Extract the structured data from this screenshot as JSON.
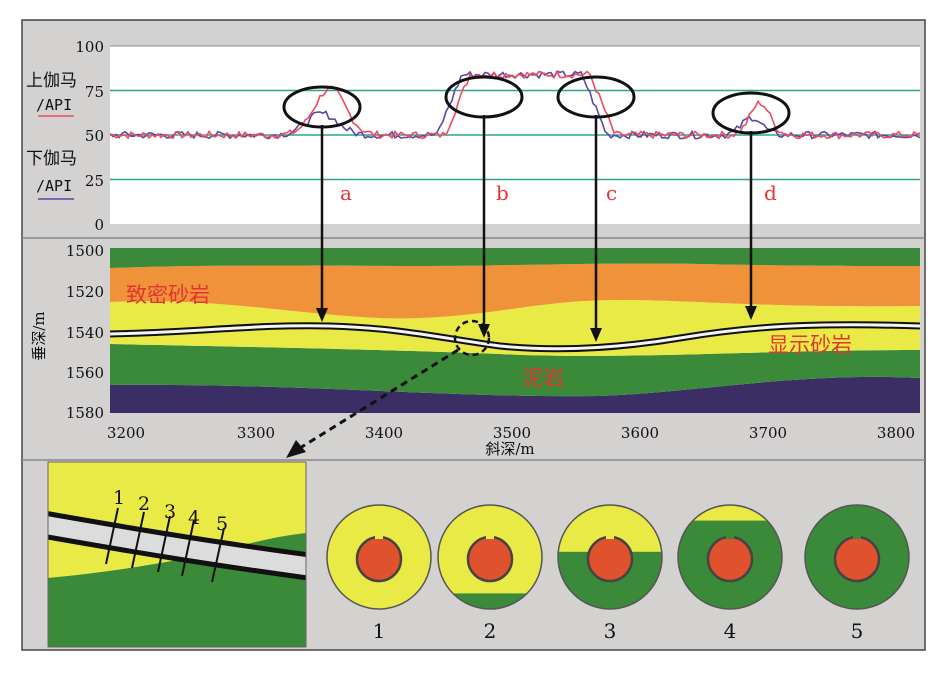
{
  "colors": {
    "frame_bg": "#d4d1d1",
    "panel_white": "#ffffff",
    "grid_green": "#2ea58a",
    "curve_upper": "#ef4a5e",
    "curve_lower": "#5a48a6",
    "dark_green": "#3a8a3a",
    "orange": "#f0923a",
    "yellow": "#eaea46",
    "navy": "#3a2e64",
    "label_red": "#e3342f",
    "core_red": "#e0522d"
  },
  "log_panel": {
    "ticks": [
      "100",
      "75",
      "50",
      "25",
      "0"
    ],
    "upper_label": "上伽马",
    "upper_unit": "/API",
    "lower_label": "下伽马",
    "lower_unit": "/API",
    "markers": [
      "a",
      "b",
      "c",
      "d"
    ]
  },
  "section_panel": {
    "y_ticks": [
      "1500",
      "1520",
      "1540",
      "1560",
      "1580"
    ],
    "x_ticks": [
      "3200",
      "3300",
      "3400",
      "3500",
      "3600",
      "3700",
      "3800"
    ],
    "y_label": "垂深/m",
    "x_label": "斜深/m",
    "label_tight_sand": "致密砂岩",
    "label_show_sand": "显示砂岩",
    "label_mud": "泥岩"
  },
  "detail_panel": {
    "line_numbers": [
      "1",
      "2",
      "3",
      "4",
      "5"
    ],
    "circle_numbers": [
      "1",
      "2",
      "3",
      "4",
      "5"
    ],
    "circle_green_fraction": [
      0,
      0.15,
      0.55,
      0.85,
      1
    ]
  }
}
